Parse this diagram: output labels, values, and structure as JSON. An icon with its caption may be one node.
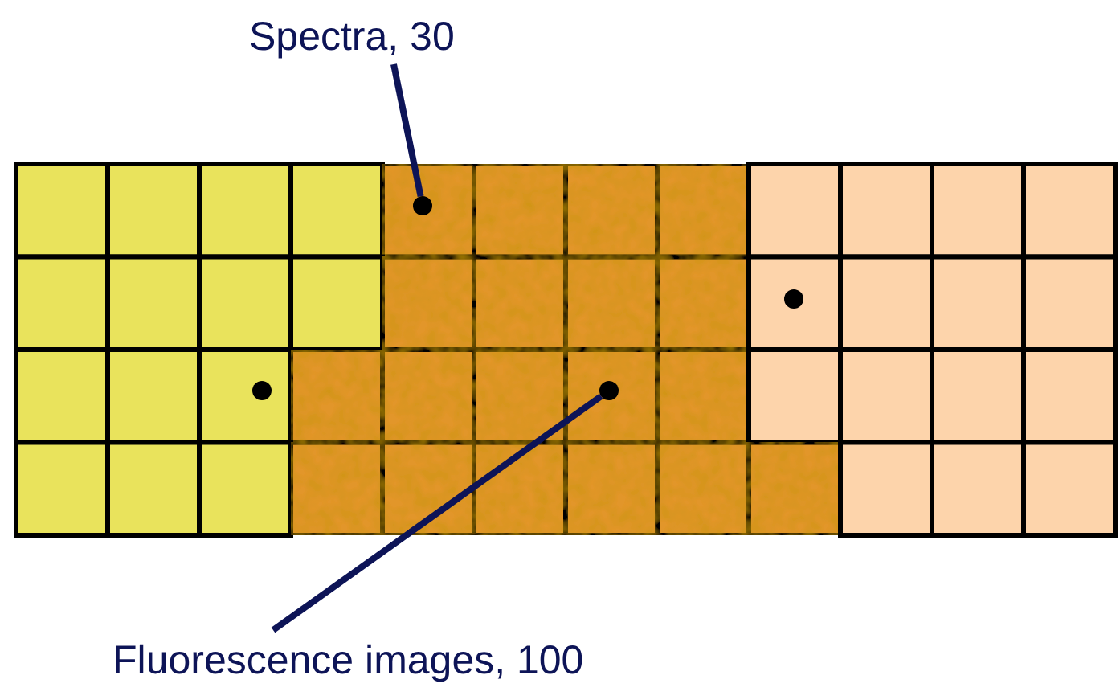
{
  "diagram": {
    "nodes": [
      {
        "text": [
          "Spectra, 30"
        ]
      },
      {
        "text": [],
        "shape": "circle"
      },
      {
        "text": [],
        "shape": "circle"
      },
      {
        "text": [],
        "shape": "circle"
      },
      {
        "text": [],
        "shape": "circle"
      },
      {
        "text": [
          "Fluorescence images, 100"
        ]
      }
    ],
    "edges": [
      {
        "from": 0,
        "to": 1,
        "arrow": "none"
      },
      {
        "from": 5,
        "to": 4,
        "arrow": "none"
      }
    ]
  }
}
